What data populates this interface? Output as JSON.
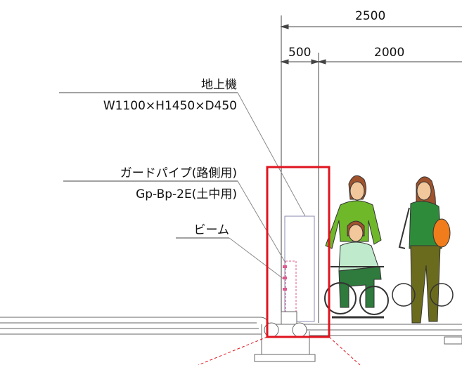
{
  "dimensions": {
    "total": "2500",
    "left": "500",
    "right": "2000"
  },
  "callouts": {
    "ground_unit_name": "地上機",
    "ground_unit_size": "W1100×H1450×D450",
    "guard_pipe_name": "ガードパイプ(路側用)",
    "guard_pipe_model": "Gp-Bp-2E(土中用)",
    "beam_name": "ビーム"
  },
  "colors": {
    "highlight": "#e0141e",
    "leader": "#e0141e",
    "guide_line": "#8a8ab0",
    "person_green": "#6fb82a",
    "person_dark_green": "#2e7d32",
    "skin": "#f2c79b",
    "hair": "#a0522d",
    "wheelchair_shirt": "#bfeacb",
    "wheelchair_pants": "#2f7a3d",
    "bag": "#f07c1b",
    "pants": "#6b6b1e"
  }
}
